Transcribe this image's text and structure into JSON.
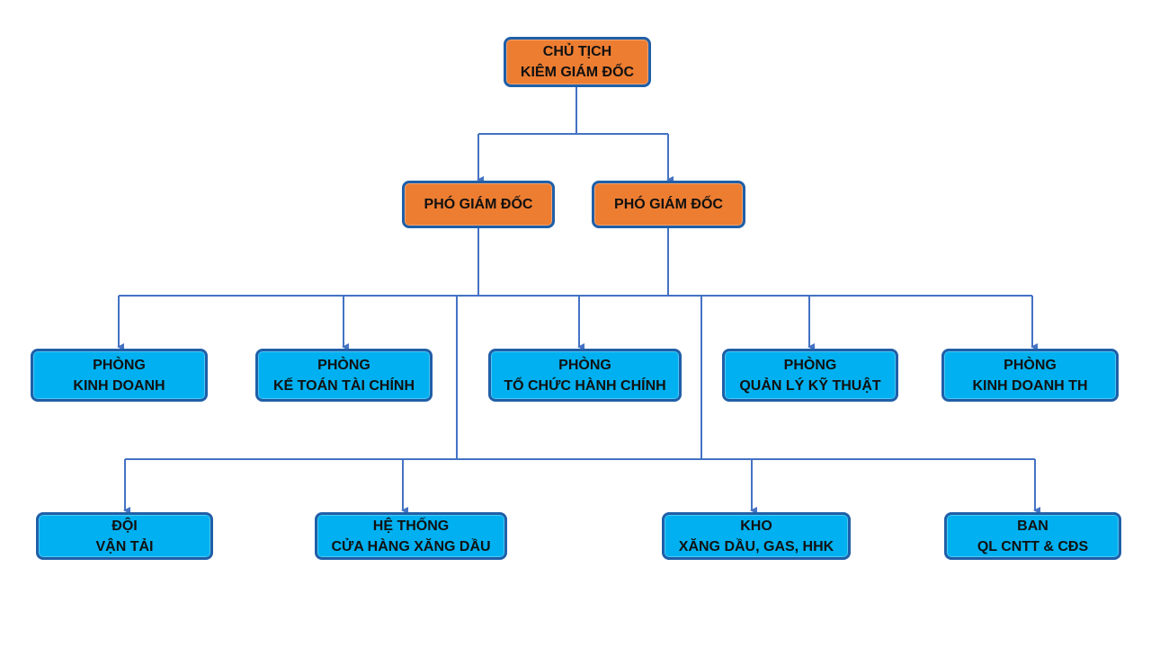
{
  "colors": {
    "leader": "#ed7d31",
    "department": "#00b0f0",
    "border": "#1f5fa8",
    "connector": "#4472c4"
  },
  "nodes": {
    "chairman": {
      "line1": "CHỦ TỊCH",
      "line2": "KIÊM GIÁM ĐỐC"
    },
    "vice1": {
      "line1": "PHÓ GIÁM ĐỐC"
    },
    "vice2": {
      "line1": "PHÓ GIÁM ĐỐC"
    },
    "dept_kinh_doanh": {
      "line1": "PHÒNG",
      "line2": "KINH DOANH"
    },
    "dept_ke_toan": {
      "line1": "PHÒNG",
      "line2": "KẾ TOÁN TÀI CHÍNH"
    },
    "dept_to_chuc": {
      "line1": "PHÒNG",
      "line2": "TỔ CHỨC HÀNH CHÍNH"
    },
    "dept_quan_ly": {
      "line1": "PHÒNG",
      "line2": "QUẢN LÝ KỸ THUẬT"
    },
    "dept_kinh_doanh_th": {
      "line1": "PHÒNG",
      "line2": "KINH DOANH TH"
    },
    "unit_doi": {
      "line1": "ĐỘI",
      "line2": "VẬN TẢI"
    },
    "unit_he_thong": {
      "line1": "HỆ THỐNG",
      "line2": "CỬA HÀNG XĂNG DẦU"
    },
    "unit_kho": {
      "line1": "KHO",
      "line2": "XĂNG DẦU, GAS, HHK"
    },
    "unit_ban": {
      "line1": "BAN",
      "line2": "QL CNTT & CĐS"
    }
  }
}
